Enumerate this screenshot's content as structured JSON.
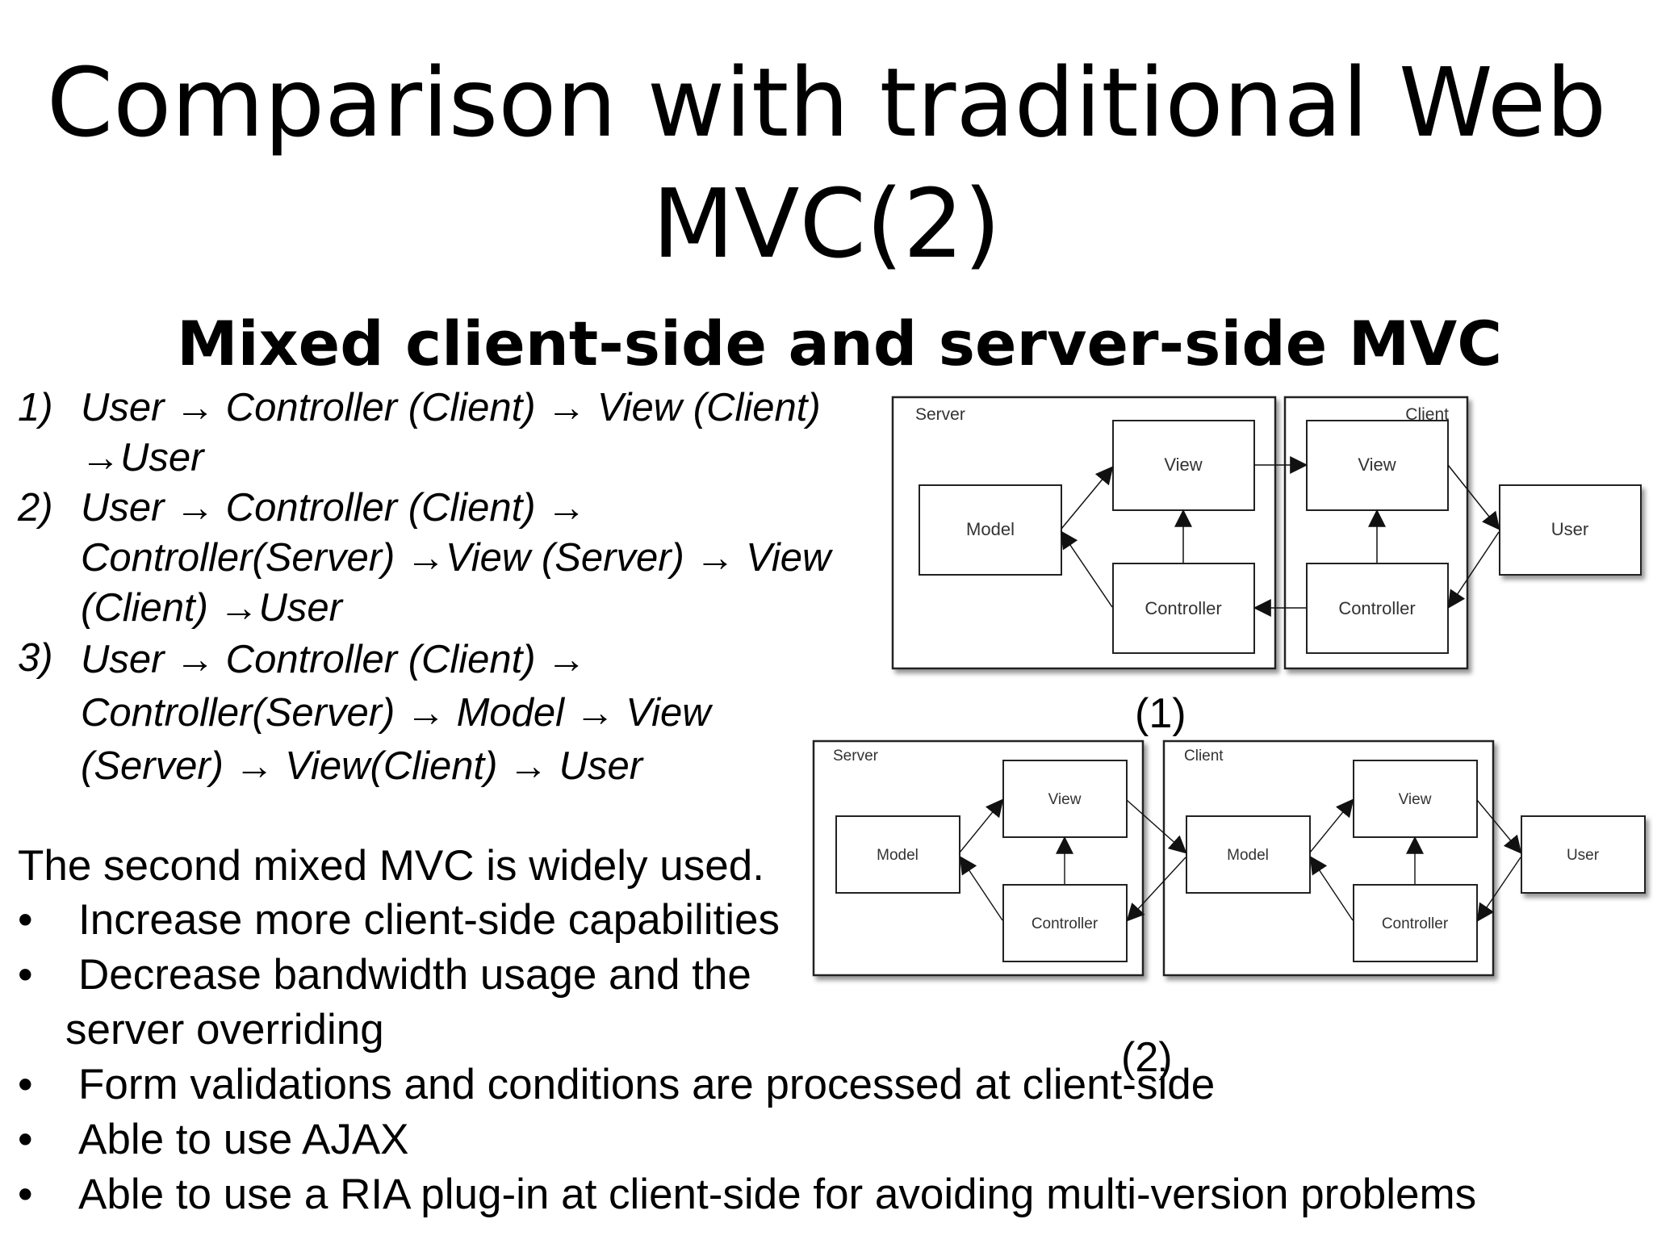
{
  "title": {
    "line1": "Comparison with traditional Web",
    "line2": "MVC(2)"
  },
  "subtitle": "Mixed client-side and server-side MVC",
  "flows": [
    {
      "num": "1)",
      "lines": [
        "User → Controller (Client) → View (Client)",
        "→User"
      ]
    },
    {
      "num": "2)",
      "lines": [
        "User → Controller (Client) →",
        "Controller(Server) →View (Server) → View",
        "(Client) →User"
      ]
    },
    {
      "num": "3)",
      "lines": [
        "User → Controller (Client) →",
        "Controller(Server) → Model → View",
        "(Server) → View(Client) → User"
      ]
    }
  ],
  "summary": "The second mixed MVC is widely used.",
  "bullet_glyph": "•",
  "benefits": [
    {
      "lines": [
        "Increase more client-side capabilities"
      ]
    },
    {
      "lines": [
        "Decrease bandwidth usage and the",
        "server overriding"
      ]
    },
    {
      "lines": [
        "Form validations and conditions are processed at client-side"
      ]
    },
    {
      "lines": [
        "Able to use AJAX"
      ]
    },
    {
      "lines": [
        "Able to use a RIA plug-in at client-side for avoiding multi-version problems"
      ]
    }
  ],
  "diagram1": {
    "server_label": "Server",
    "client_label": "Client",
    "model": "Model",
    "server_view": "View",
    "server_controller": "Controller",
    "client_view": "View",
    "client_controller": "Controller",
    "user": "User",
    "caption": "(1)"
  },
  "diagram2": {
    "server_label": "Server",
    "client_label": "Client",
    "server_model": "Model",
    "server_view": "View",
    "server_controller": "Controller",
    "client_model": "Model",
    "client_view": "View",
    "client_controller": "Controller",
    "user": "User",
    "caption": "(2)"
  },
  "colors": {
    "text": "#000000",
    "box_border": "#222222",
    "box_label": "#333333",
    "shadow": "#9a9a9a",
    "background": "#ffffff"
  }
}
